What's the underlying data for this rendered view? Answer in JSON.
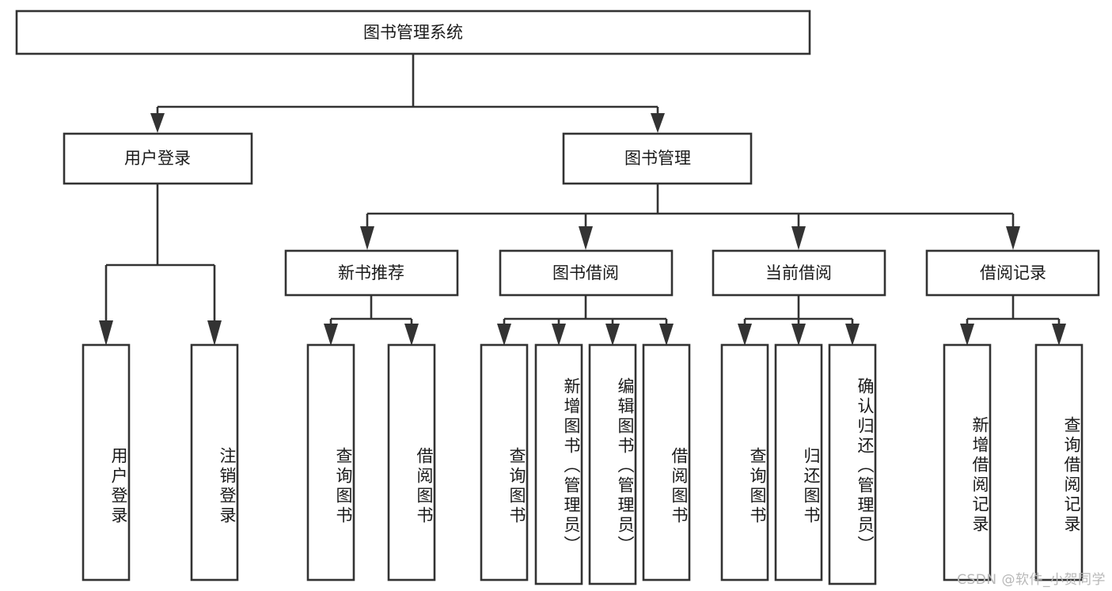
{
  "diagram": {
    "title": "图书管理系统",
    "type": "hierarchy-tree",
    "orientation": "top-down",
    "colors": {
      "stroke": "#333333",
      "box_fill": "#ffffff",
      "text": "#1a1a1a",
      "watermark": "#b8b8b8",
      "background": "#ffffff"
    },
    "levels": {
      "root": {
        "label": "图书管理系统"
      },
      "level2": [
        {
          "label": "用户登录"
        },
        {
          "label": "图书管理"
        }
      ],
      "level3": [
        {
          "label": "新书推荐"
        },
        {
          "label": "图书借阅"
        },
        {
          "label": "当前借阅"
        },
        {
          "label": "借阅记录"
        }
      ],
      "leaves": {
        "user_login": [
          {
            "label": "用户登录"
          },
          {
            "label": "注销登录"
          }
        ],
        "new_book_recommend": [
          {
            "label": "查询图书"
          },
          {
            "label": "借阅图书"
          }
        ],
        "book_borrow": [
          {
            "label": "查询图书"
          },
          {
            "label": "新增图书（管理员）"
          },
          {
            "label": "编辑图书（管理员）"
          },
          {
            "label": "借阅图书"
          }
        ],
        "current_borrow": [
          {
            "label": "查询图书"
          },
          {
            "label": "归还图书"
          },
          {
            "label": "确认归还（管理员）"
          }
        ],
        "borrow_record": [
          {
            "label": "新增借阅记录"
          },
          {
            "label": "查询借阅记录"
          }
        ]
      }
    }
  },
  "watermark": {
    "text": "CSDN @软件_小贺同学"
  }
}
